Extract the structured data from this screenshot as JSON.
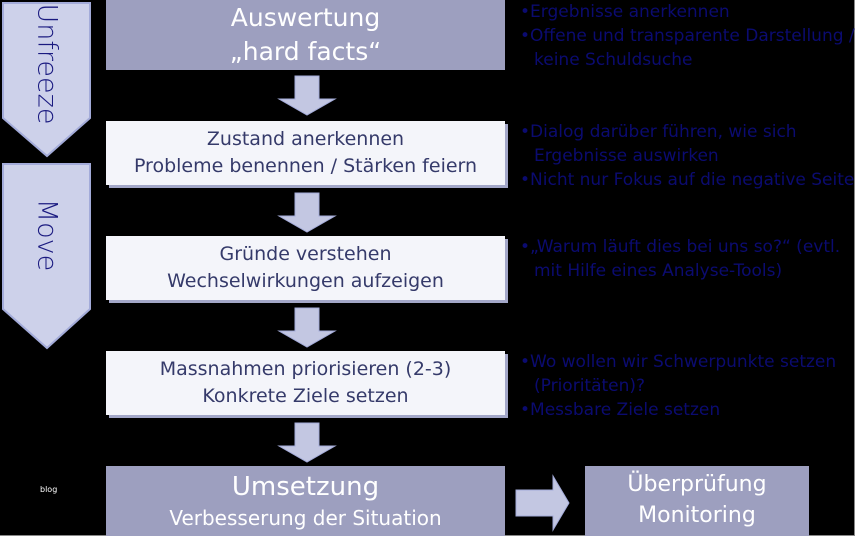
{
  "phases": {
    "unfreeze": "Unfreeze",
    "move": "Move"
  },
  "steps": [
    {
      "line1": "Auswertung",
      "line2": "„hard facts“"
    },
    {
      "line1": "Zustand anerkennen",
      "line2": "Probleme benennen / Stärken feiern"
    },
    {
      "line1": "Gründe verstehen",
      "line2": "Wechselwirkungen aufzeigen"
    },
    {
      "line1": "Massnahmen priorisieren (2-3)",
      "line2": "Konkrete Ziele setzen"
    },
    {
      "line1": "Umsetzung",
      "line2": "Verbesserung der Situation"
    }
  ],
  "review": {
    "line1": "Überprüfung",
    "line2": "Monitoring"
  },
  "notes": [
    [
      "•Ergebnisse anerkennen",
      "•Offene und transparente Darstellung / keine Schuldsuche"
    ],
    [
      "•Dialog darüber führen, wie sich Ergebnisse auswirken",
      "•Nicht nur Fokus auf die negative Seite"
    ],
    [
      "•„Warum läuft dies bei uns so?“ (evtl. mit Hilfe eines Analyse-Tools)"
    ],
    [
      "•Wo wollen wir Schwerpunkte setzen (Prioritäten)?",
      "•Messbare Ziele setzen"
    ]
  ],
  "watermark": "blog",
  "colors": {
    "dark_box": "#9d9fbf",
    "light_box": "#f4f5fa",
    "note_text": "#0b0b70",
    "chevron": "#cdd1ea"
  }
}
